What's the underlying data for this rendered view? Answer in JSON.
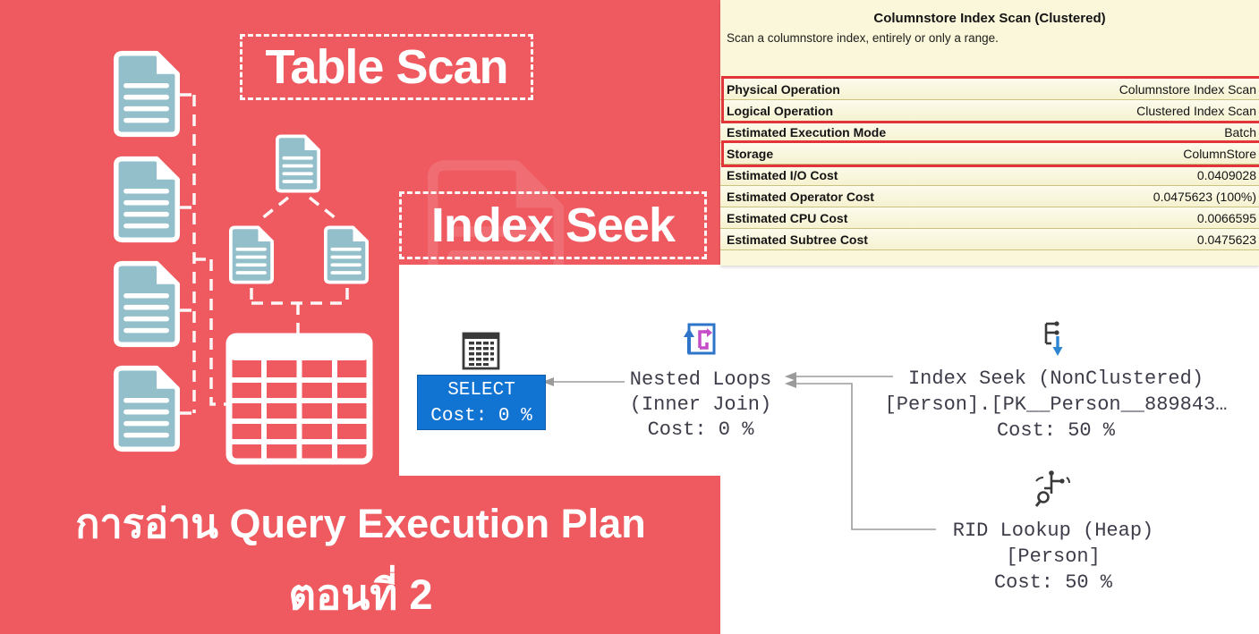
{
  "poster": {
    "background_color": "#ee5a5f",
    "doc_icon_color": "#92bfc9",
    "table_scan_label": "Table Scan",
    "index_seek_label": "Index Seek",
    "title_line1": "การอ่าน Query Execution Plan",
    "title_line2": "ตอนที่ 2"
  },
  "tooltip": {
    "background_color": "#faf7db",
    "highlight_color": "#e2353a",
    "title": "Columnstore Index Scan (Clustered)",
    "subtitle": "Scan a columnstore index, entirely or only a range.",
    "rows": [
      {
        "label": "Physical Operation",
        "value": "Columnstore Index Scan",
        "highlighted": true
      },
      {
        "label": "Logical Operation",
        "value": "Clustered Index Scan",
        "highlighted": true
      },
      {
        "label": "Estimated Execution Mode",
        "value": "Batch",
        "highlighted": false
      },
      {
        "label": "Storage",
        "value": "ColumnStore",
        "highlighted": true
      },
      {
        "label": "Estimated I/O Cost",
        "value": "0.0409028",
        "highlighted": false
      },
      {
        "label": "Estimated Operator Cost",
        "value": "0.0475623 (100%)",
        "highlighted": false
      },
      {
        "label": "Estimated CPU Cost",
        "value": "0.0066595",
        "highlighted": false
      },
      {
        "label": "Estimated Subtree Cost",
        "value": "0.0475623",
        "highlighted": false
      }
    ]
  },
  "plan": {
    "select_node": {
      "label": "SELECT",
      "cost": "Cost: 0 %",
      "color": "#1173d2"
    },
    "nested_loops": {
      "line1": "Nested Loops",
      "line2": "(Inner Join)",
      "line3": "Cost: 0 %"
    },
    "index_seek": {
      "line1": "Index Seek (NonClustered)",
      "line2": "[Person].[PK__Person__889843…",
      "line3": "Cost: 50 %"
    },
    "rid_lookup": {
      "line1": "RID Lookup (Heap)",
      "line2": "[Person]",
      "line3": "Cost: 50 %"
    },
    "icons": [
      "result-grid-icon",
      "nested-loops-icon",
      "index-seek-icon",
      "rid-lookup-icon"
    ]
  }
}
